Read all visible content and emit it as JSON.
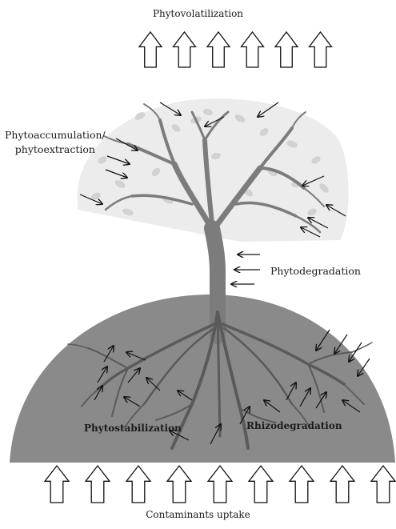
{
  "labels": {
    "phytovolatilization": "Phytovolatilization",
    "phytoaccumulation_line1": "Phytoaccumulation/",
    "phytoaccumulation_line2": "phytoextraction",
    "phytodegradation": "Phytodegradation",
    "phytostabilization": "Phytostabilization",
    "rhizodegradation": "Rhizodegradation",
    "contaminants_uptake": "Contaminants uptake"
  },
  "colors": {
    "canopy": "#ececec",
    "leaves": "#d2d2d2",
    "trunk": "#7c7c7c",
    "soil": "#8a8a8a",
    "roots": "#5a5a5a",
    "arrow": "#111111"
  },
  "icons": {
    "up_arrow": "hollow-up-arrow-icon",
    "contaminant_arrow": "line-arrow-icon"
  },
  "arrow_counts": {
    "top_up_arrows": 6,
    "bottom_up_arrows": 9
  }
}
